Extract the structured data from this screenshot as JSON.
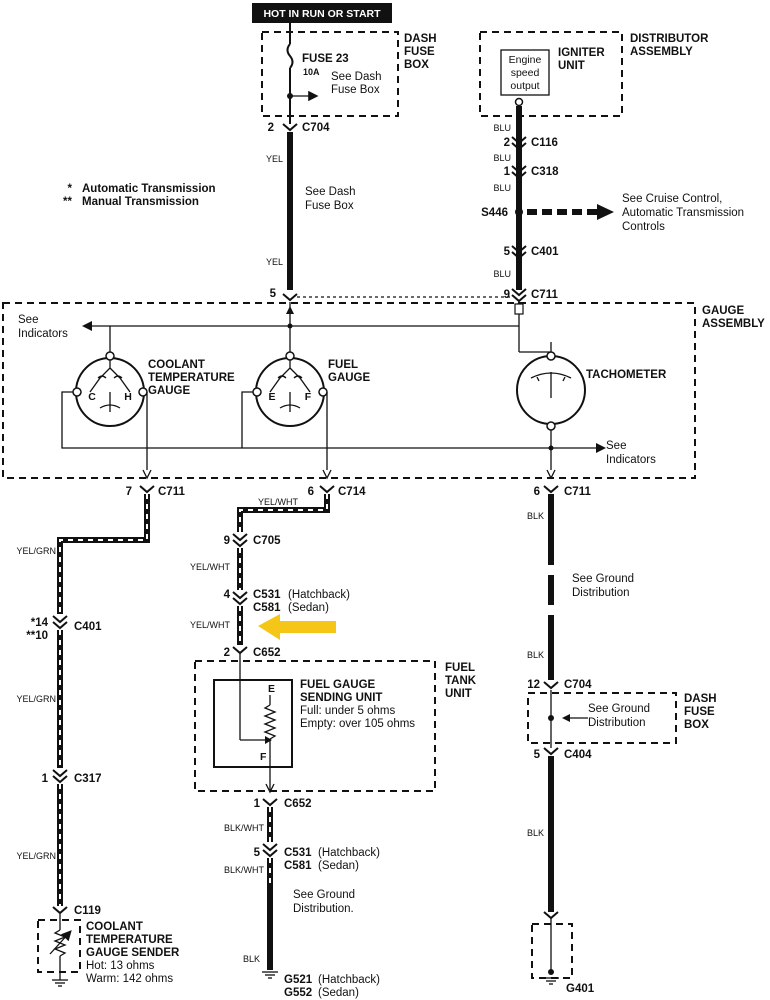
{
  "header": {
    "hot_label": "HOT IN RUN OR START"
  },
  "legend": {
    "auto_mark": "*",
    "auto_text": "Automatic Transmission",
    "manual_mark": "**",
    "manual_text": "Manual Transmission"
  },
  "dash_fuse_box_top": {
    "label_1": "DASH",
    "label_2": "FUSE",
    "label_3": "BOX",
    "fuse_name": "FUSE 23",
    "fuse_rating": "10A",
    "see_1": "See Dash",
    "see_2": "Fuse Box"
  },
  "distributor": {
    "label_1": "DISTRIBUTOR",
    "label_2": "ASSEMBLY",
    "igniter_1": "IGNITER",
    "igniter_2": "UNIT",
    "out_1": "Engine",
    "out_2": "speed",
    "out_3": "output"
  },
  "left_feed": {
    "pin_top": "2",
    "conn_top": "C704",
    "wire_1": "YEL",
    "see_1": "See Dash",
    "see_2": "Fuse Box",
    "wire_2": "YEL",
    "pin_bottom": "5"
  },
  "right_feed": {
    "pin_c116": "2",
    "conn_c116": "C116",
    "pin_c318": "1",
    "conn_c318": "C318",
    "splice": "S446",
    "pin_c401": "5",
    "conn_c401": "C401",
    "pin_c711": "9",
    "conn_c711": "C711",
    "wire": "BLU",
    "cruise_1": "See Cruise Control,",
    "cruise_2": "Automatic Transmission",
    "cruise_3": "Controls"
  },
  "gauge_assembly": {
    "label_1": "GAUGE",
    "label_2": "ASSEMBLY",
    "see_ind_1": "See",
    "see_ind_2": "Indicators",
    "coolant_1": "COOLANT",
    "coolant_2": "TEMPERATURE",
    "coolant_3": "GAUGE",
    "coolant_c": "C",
    "coolant_h": "H",
    "fuel_1": "FUEL",
    "fuel_2": "GAUGE",
    "fuel_e": "E",
    "fuel_f": "F",
    "tach": "TACHOMETER"
  },
  "coolant_circuit": {
    "pin_c711": "7",
    "conn_c711": "C711",
    "wire": "YEL/GRN",
    "pin_c401_a": "*14",
    "pin_c401_b": "**10",
    "conn_c401": "C401",
    "pin_c317": "1",
    "conn_c317": "C317",
    "conn_c119": "C119",
    "sender_1": "COOLANT",
    "sender_2": "TEMPERATURE",
    "sender_3": "GAUGE SENDER",
    "hot": "Hot: 13 ohms",
    "warm": "Warm: 142 ohms"
  },
  "fuel_circuit": {
    "pin_c714": "6",
    "conn_c714": "C714",
    "wire": "YEL/WHT",
    "pin_c705": "9",
    "conn_c705": "C705",
    "pin_c531": "4",
    "conn_c531": "C531",
    "c531_note": "(Hatchback)",
    "conn_c581": "C581",
    "c581_note": "(Sedan)",
    "pin_c652": "2",
    "conn_c652": "C652",
    "tank_1": "FUEL",
    "tank_2": "TANK",
    "tank_3": "UNIT",
    "sending_1": "FUEL GAUGE",
    "sending_2": "SENDING UNIT",
    "full": "Full: under 5 ohms",
    "empty": "Empty: over 105 ohms",
    "e": "E",
    "f": "F"
  },
  "fuel_ground": {
    "pin_c652": "1",
    "conn_c652": "C652",
    "wire_1": "BLK/WHT",
    "pin_c531": "5",
    "conn_c531": "C531",
    "c531_note": "(Hatchback)",
    "conn_c581": "C581",
    "c581_note": "(Sedan)",
    "wire_2": "BLK/WHT",
    "see_1": "See Ground",
    "see_2": "Distribution.",
    "wire_3": "BLK",
    "g1": "G521",
    "g1_note": "(Hatchback)",
    "g2": "G552",
    "g2_note": "(Sedan)"
  },
  "tach_ground": {
    "pin_c711": "6",
    "conn_c711": "C711",
    "wire": "BLK",
    "see_1": "See Ground",
    "see_2": "Distribution",
    "pin_c704": "12",
    "conn_c704": "C704",
    "box_see_1": "See Ground",
    "box_see_2": "Distribution",
    "box_1": "DASH",
    "box_2": "FUSE",
    "box_3": "BOX",
    "pin_c404": "5",
    "conn_c404": "C404",
    "ground": "G401"
  },
  "colors": {
    "ink": "#111111",
    "arrow": "#f5c518"
  }
}
